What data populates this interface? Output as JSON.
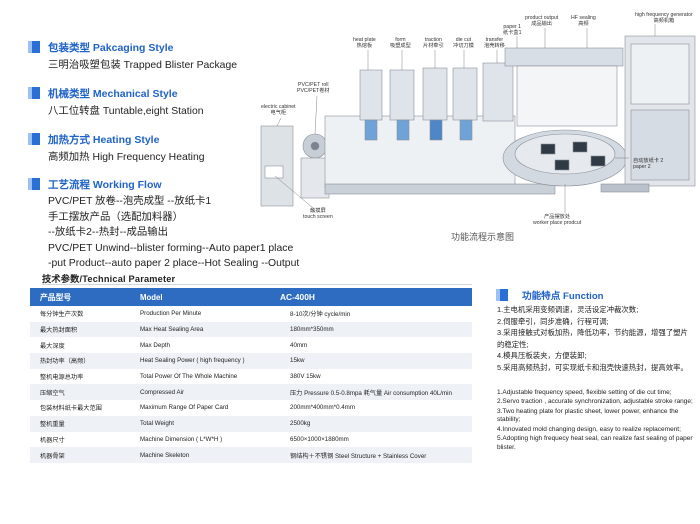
{
  "packaging": {
    "title": "包装类型 Pakcaging Style",
    "lines": [
      "三明治吸塑包装   Trapped Blister Package"
    ]
  },
  "mechanical": {
    "title": "机械类型 Mechanical Style",
    "lines": [
      "八工位转盘 Tuntable,eight Station"
    ]
  },
  "heating": {
    "title": "加热方式  Heating Style",
    "lines": [
      "高频加热  High Frequency Heating"
    ]
  },
  "workflow": {
    "title": "工艺流程 Working Flow",
    "lines": [
      "PVC/PET 放卷--泡壳成型 --放纸卡1",
      "手工摆放产品（选配加料器）",
      "--放纸卡2--热封--成品输出",
      "PVC/PET Unwind--blister forming--Auto paper1 place",
      "-put Product--auto paper 2 place--Hot Sealing --Output"
    ]
  },
  "diagram": {
    "labels": {
      "heat_plate": "heat plate\n热熔板",
      "form": "form\n吸塑成型",
      "traction": "traction\n片材牵引",
      "die_cut": "die cut\n冲切刀模",
      "transfer": "transfer\n泡壳转移",
      "paper1": "paper 1\n纸卡盒1",
      "product_output": "product output\n成品输出",
      "hf_sealing": "HF sealing\n高频",
      "hf_generator": "high frequency generator\n高频机箱",
      "pvc_roll": "PVC/PET roll\nPVC/PET卷材",
      "electric_cabinet": "electric cabinet\n电气柜",
      "touch_screen": "触摸屏\ntouch screen",
      "worker_place": "产品摆放处\nworker place prodcut",
      "paper2": "自动放纸卡 2\npaper 2"
    },
    "caption": "功能流程示意图"
  },
  "table": {
    "title": "技术参数/Technical Parameter",
    "headers": [
      "产品型号",
      "Model",
      "AC-400H"
    ],
    "rows": [
      [
        "每分钟生产次数",
        "Production Per Minute",
        "8-10次/分钟 cycle/min"
      ],
      [
        "最大热封面积",
        "Max Heat Sealing Area",
        "180mm*350mm"
      ],
      [
        "最大深度",
        "Max Depth",
        "40mm"
      ],
      [
        "热封功率（高频）",
        "Heat Sealing Power ( high frequency )",
        "15kw"
      ],
      [
        "整机电源总功率",
        "Total Power Of The Whole Machine",
        "380V 15kw"
      ],
      [
        "压缩空气",
        "Compressed Air",
        "压力 Pressure 0.5-0.8mpa 耗气量 Air consumption 40L/min"
      ],
      [
        "包装材料纸卡最大范围",
        "Maximum Range Of Paper Card",
        "200mm*400mm*0.4mm"
      ],
      [
        "整机重量",
        "Total Weight",
        "2500kg"
      ],
      [
        "机器尺寸",
        "Machine Dimension ( L*W*H )",
        "6500×1000×1880mm"
      ],
      [
        "机器骨架",
        "Machine Skeleton",
        "钢结构＋不锈钢 Steel Structure + Stainless Cover"
      ]
    ]
  },
  "function": {
    "title": "功能特点 Function",
    "cn": [
      "1.主电机采用变频调速，灵活设定冲裁次数;",
      "2.伺服牵引，同步准确，行程可调;",
      "3.采用接触式对板加热，降低功率，节约能源，增强了塑片的稳定性;",
      "4.模具压板装夹，方便装卸;",
      "5.采用高频热封，可实现纸卡和泡壳快速热封，提高效率。"
    ],
    "en": [
      "1.Adjustable frequency speed, flexible setting of die cut time;",
      "2.Servo traction , accurate synchronization, adjustable stroke range;",
      "3.Two heating plate for plastic sheet, lower power, enhance the stability;",
      "4.Innovated mold changing design, easy to realize replacement;",
      "5.Adopting high frequecy heat seal, can realize fast sealing of paper blister."
    ]
  },
  "colors": {
    "accent": "#1f63c9",
    "table_header": "#2d6cc0",
    "row_alt": "#eef2f7"
  }
}
